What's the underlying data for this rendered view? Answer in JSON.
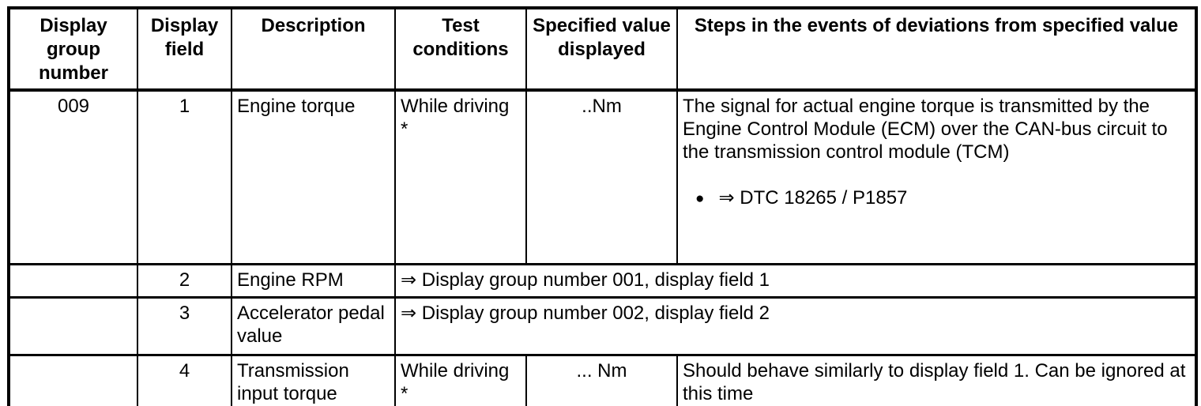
{
  "table": {
    "headers": [
      "Display group number",
      "Display field",
      "Description",
      "Test conditions",
      "Specified value displayed",
      "Steps in the events of deviations from specified value"
    ],
    "rows": {
      "r1": {
        "group": "009",
        "field": "1",
        "description": "Engine torque",
        "test_conditions": "While driving",
        "test_conditions_footnote": "*",
        "specified_value": "..Nm",
        "steps_paragraph": "The signal for actual engine torque is transmitted by the Engine Control Module (ECM) over the CAN-bus circuit to the transmission control module (TCM)",
        "bullet_marker": "●",
        "bullet_text": "⇒ DTC 18265 / P1857"
      },
      "r2": {
        "group": "",
        "field": "2",
        "description": "Engine RPM",
        "reference": "⇒ Display group number 001, display field 1"
      },
      "r3": {
        "group": "",
        "field": "3",
        "description": "Accelerator pedal value",
        "reference": "⇒ Display group number 002, display field 2"
      },
      "r4": {
        "group": "",
        "field": "4",
        "description": "Transmission input torque",
        "test_conditions": "While driving",
        "test_conditions_footnote": "*",
        "specified_value": "... Nm",
        "steps": "Should behave similarly to display field 1. Can be ignored at this time"
      }
    }
  }
}
